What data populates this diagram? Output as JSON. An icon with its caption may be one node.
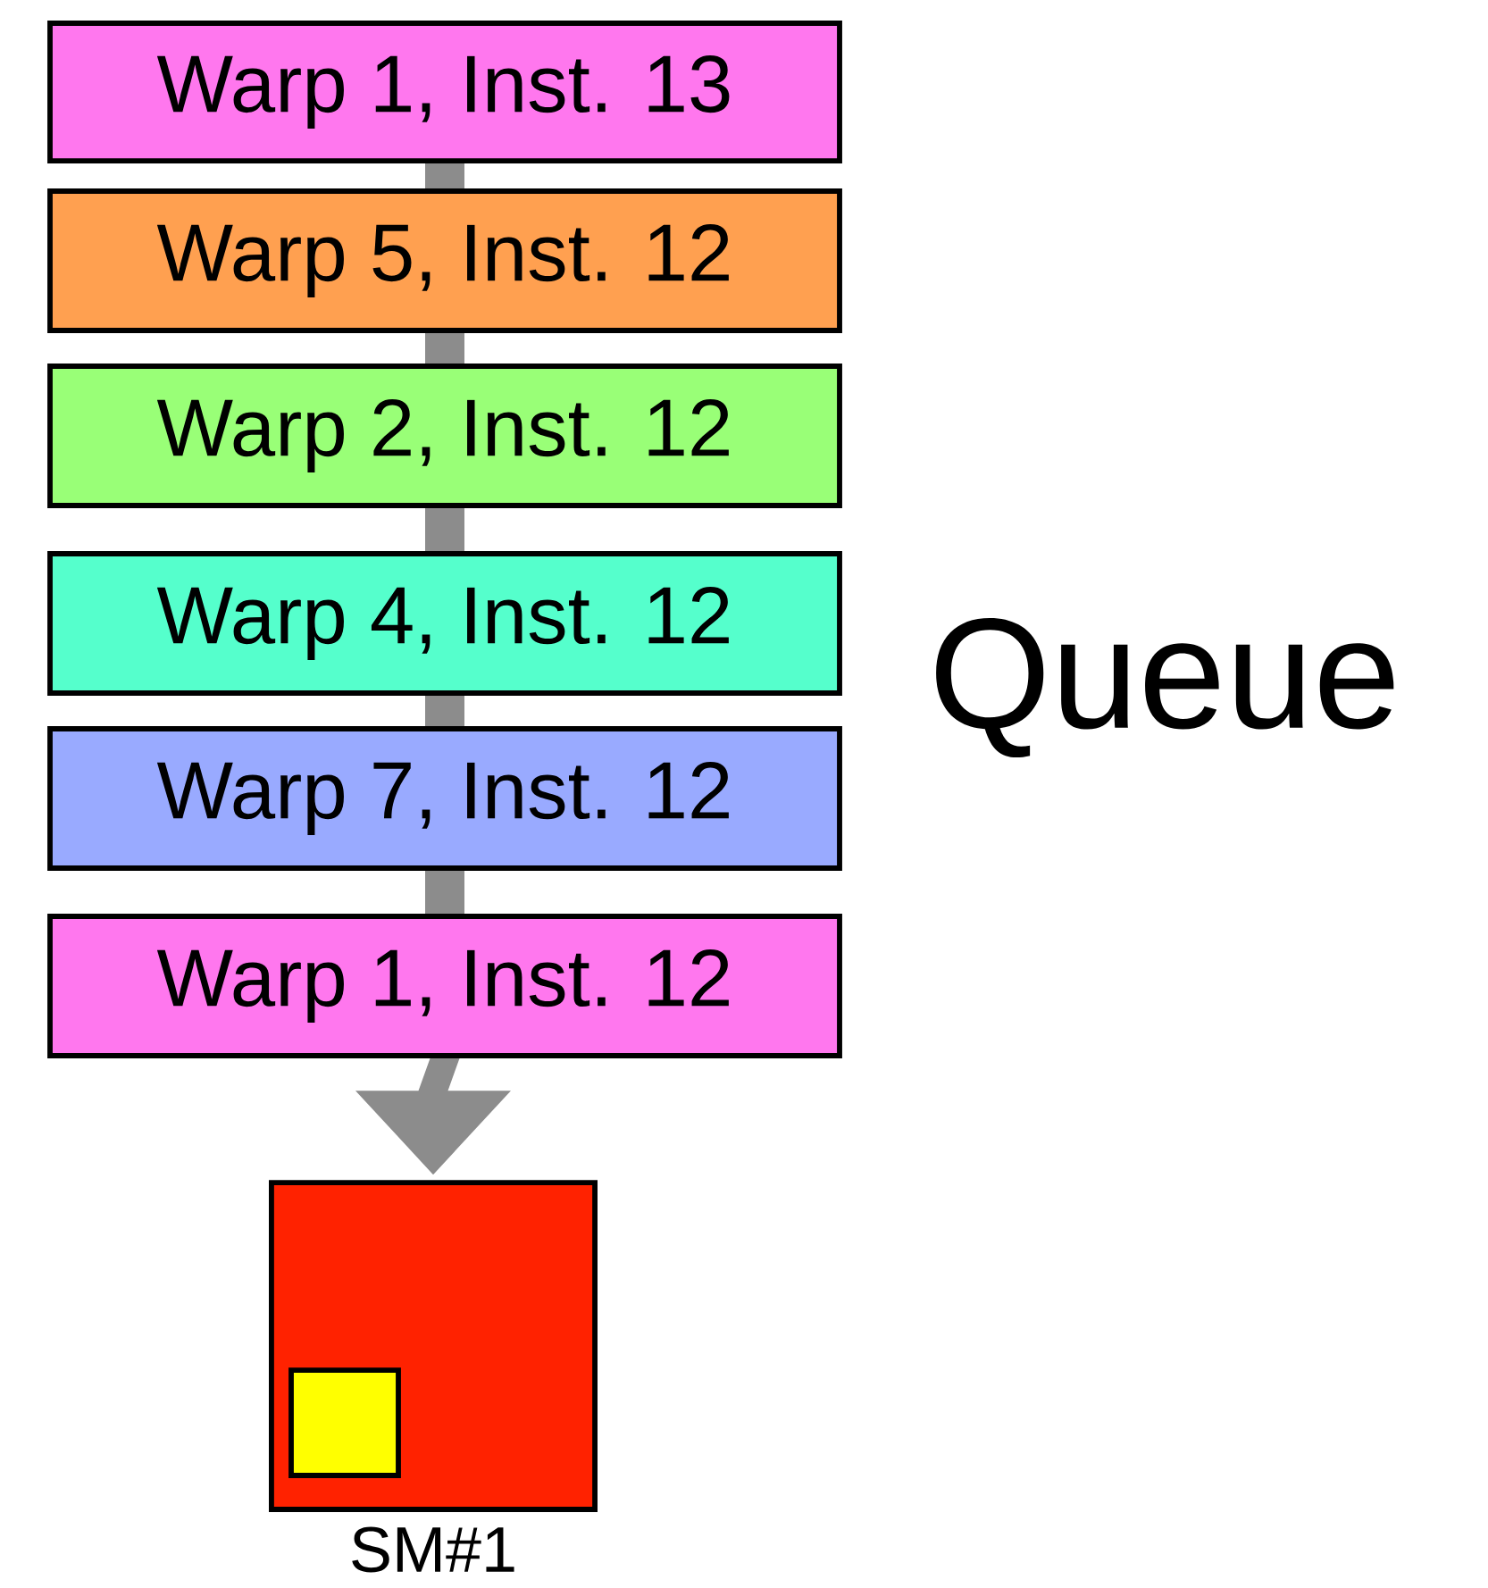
{
  "diagram": {
    "nodes": [
      {
        "text": [
          "Warp 1, Inst. 13"
        ]
      },
      {
        "text": [
          "Warp 5, Inst. 12"
        ]
      },
      {
        "text": [
          "Warp 2, Inst. 12"
        ]
      },
      {
        "text": [
          "Warp 4, Inst. 12"
        ]
      },
      {
        "text": [
          "Warp 7, Inst. 12"
        ]
      },
      {
        "text": [
          "Warp 1, Inst. 12"
        ]
      },
      {
        "text": [],
        "shape": "box",
        "beside": [
          "SM#1"
        ]
      },
      {
        "text": [],
        "shape": "box",
        "in": 6
      }
    ],
    "edges": [
      {
        "from": 0,
        "to": 1,
        "arrow": "none"
      },
      {
        "from": 1,
        "to": 2,
        "arrow": "none"
      },
      {
        "from": 2,
        "to": 3,
        "arrow": "none"
      },
      {
        "from": 3,
        "to": 4,
        "arrow": "none"
      },
      {
        "from": 4,
        "to": 5,
        "arrow": "none"
      },
      {
        "from": 5,
        "to": 6,
        "arrow": "to"
      }
    ],
    "labels": [
      "Queue"
    ]
  }
}
